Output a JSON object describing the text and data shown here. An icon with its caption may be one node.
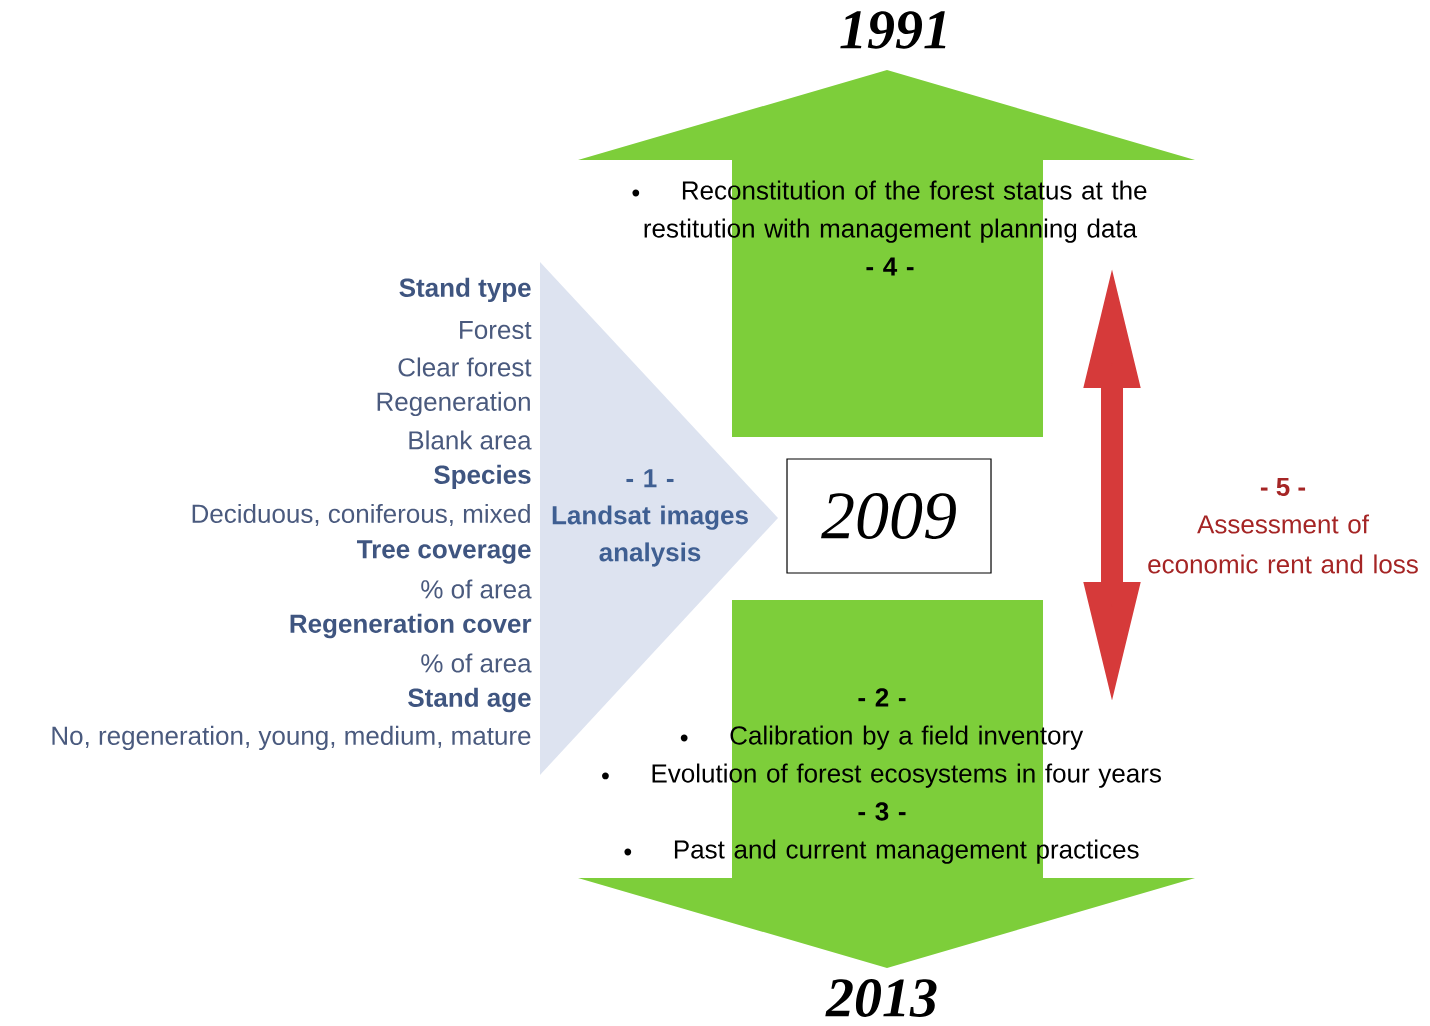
{
  "diagram": {
    "nodes": [
      {
        "text": [
          "2009"
        ]
      },
      {
        "text": [
          "Reconstitution of the forest status at the restitution with management planning data",
          "- 4 -"
        ],
        "beside": [
          "1991"
        ]
      },
      {
        "text": [
          "- 2 -",
          "Calibration by a field inventory",
          "Evolution of forest ecosystems in four years",
          "- 3 -",
          "Past and current management practices"
        ],
        "beside": [
          "2013"
        ]
      },
      {
        "text": [
          "- 1 -",
          "Landsat images analysis"
        ]
      }
    ],
    "labels": [
      "Stand type",
      "Forest",
      "Clear forest",
      "Regeneration",
      "Blank area",
      "Species",
      "Deciduous, coniferous, mixed",
      "Tree coverage",
      "% of area",
      "Regeneration cover",
      "% of area",
      "Stand age",
      "No, regeneration, young, medium, mature",
      "- 5 -",
      "Assessment of economic rent and loss"
    ]
  }
}
